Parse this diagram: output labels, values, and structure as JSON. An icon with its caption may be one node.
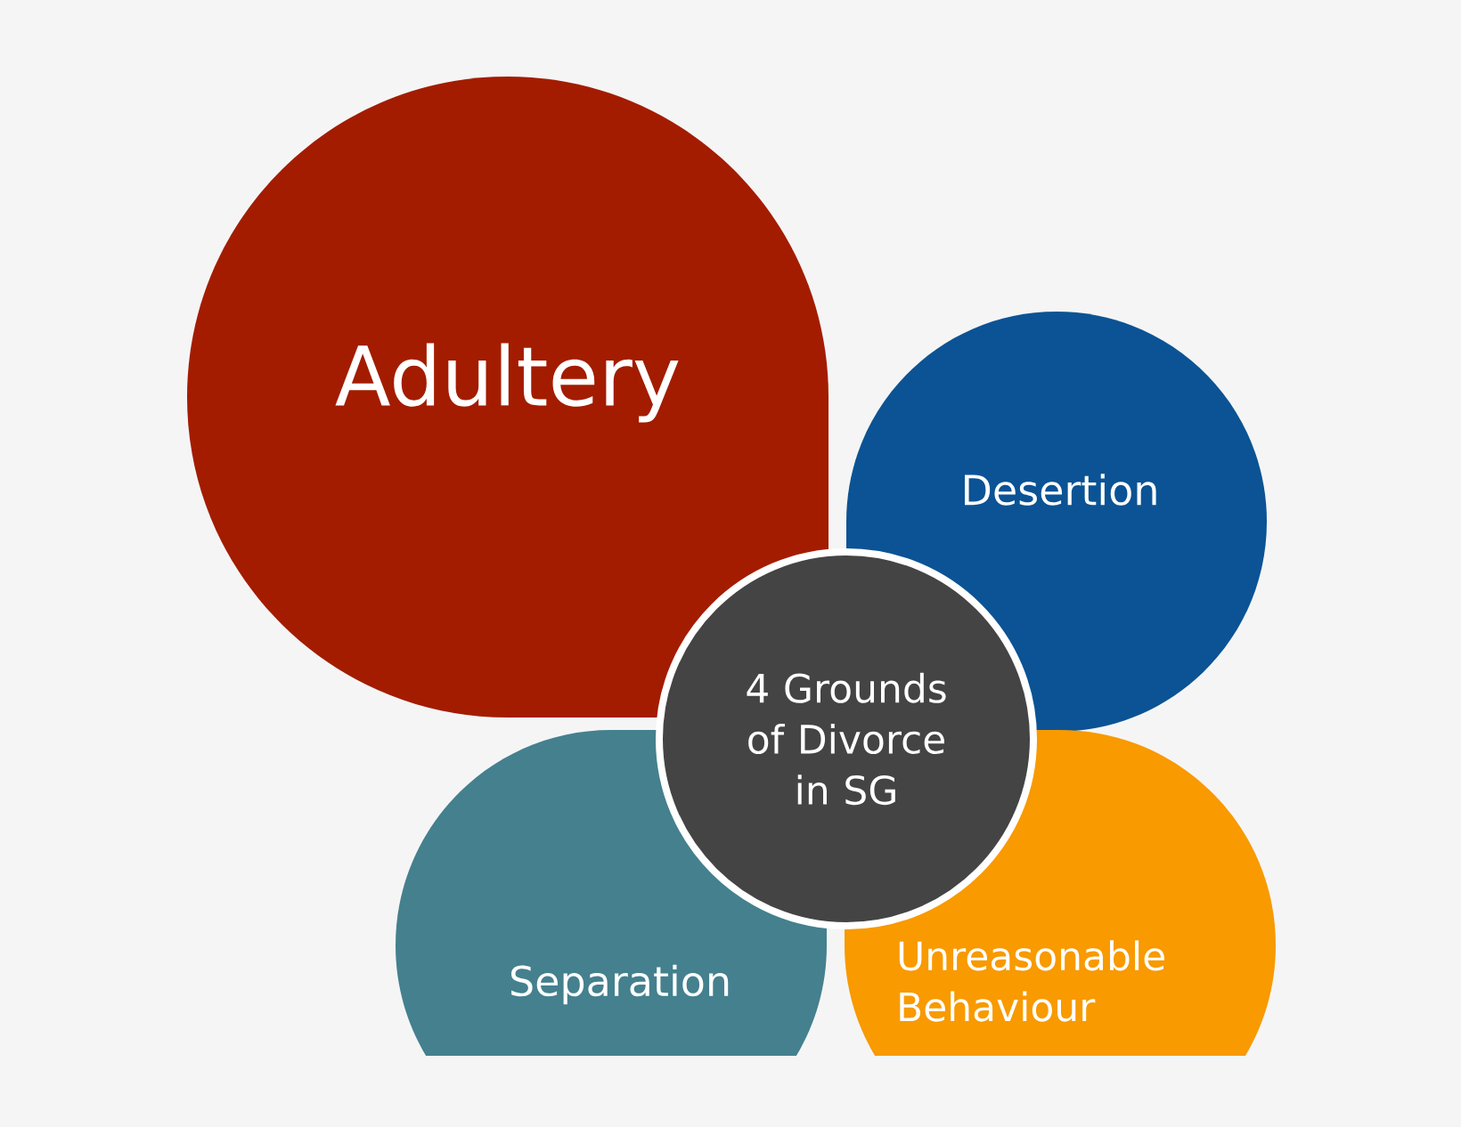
{
  "diagram": {
    "nodes": [
      {
        "text": [
          "Adultery"
        ]
      },
      {
        "text": [
          "Desertion"
        ]
      },
      {
        "text": [
          "4 Grounds of Divorce in SG"
        ]
      },
      {
        "text": [
          "Separation"
        ]
      },
      {
        "text": [
          "Unreasonable Behaviour"
        ]
      }
    ]
  }
}
